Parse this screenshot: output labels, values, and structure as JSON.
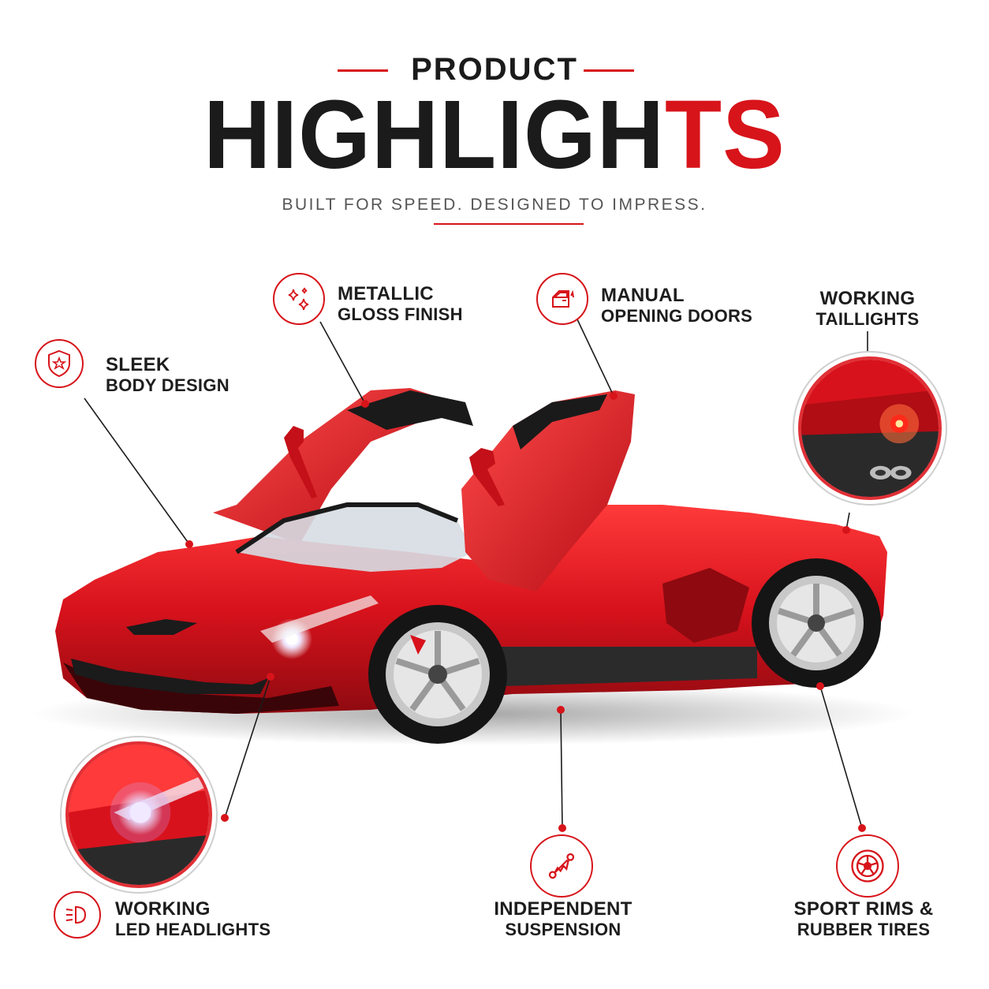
{
  "header": {
    "kicker": "PRODUCT",
    "title_dark": "HIGHLIGH",
    "title_red": "TS",
    "subtitle": "BUILT FOR SPEED. DESIGNED TO IMPRESS."
  },
  "features": [
    {
      "id": "sleek",
      "line1": "SLEEK",
      "line2": "BODY DESIGN",
      "icon": "shield-star-icon"
    },
    {
      "id": "metallic",
      "line1": "METALLIC",
      "line2": "GLOSS FINISH",
      "icon": "sparkles-icon"
    },
    {
      "id": "doors",
      "line1": "MANUAL",
      "line2": "OPENING DOORS",
      "icon": "car-door-icon"
    },
    {
      "id": "taillights",
      "line1": "WORKING",
      "line2": "TAILLIGHTS",
      "icon": "none"
    },
    {
      "id": "headlights",
      "line1": "WORKING",
      "line2": "LED HEADLIGHTS",
      "icon": "headlight-icon"
    },
    {
      "id": "suspension",
      "line1": "INDEPENDENT",
      "line2": "SUSPENSION",
      "icon": "spring-shock-icon"
    },
    {
      "id": "rims",
      "line1": "SPORT RIMS &",
      "line2": "RUBBER TIRES",
      "icon": "wheel-rim-icon"
    }
  ],
  "colors": {
    "accent": "#d7141a",
    "text": "#1b1b1b",
    "subtitle": "#555555",
    "car_body": "#d8121c"
  }
}
